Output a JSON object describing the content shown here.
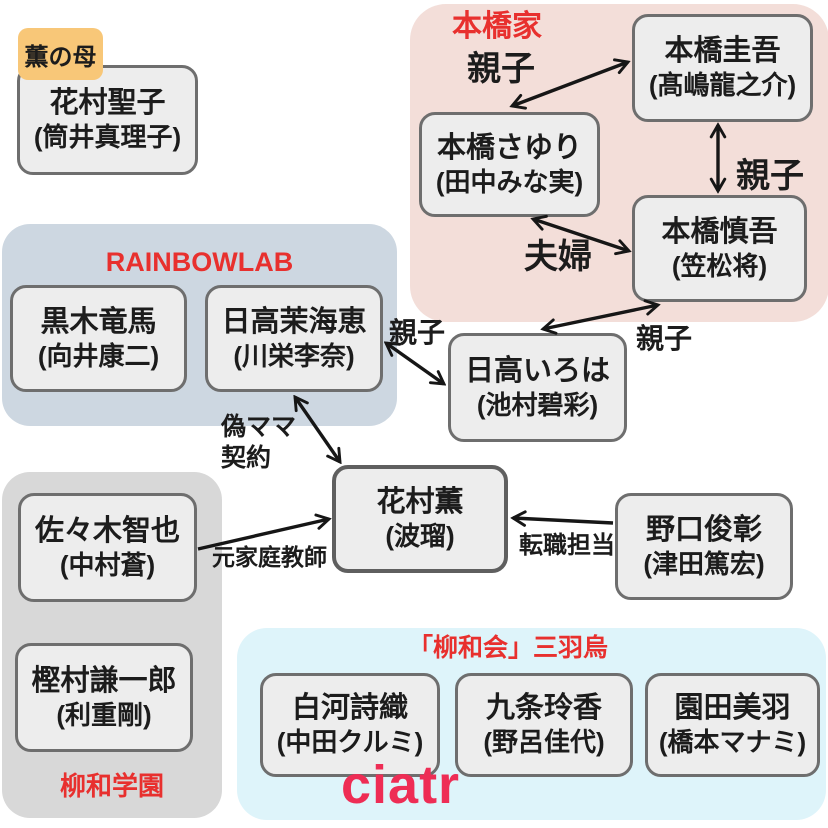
{
  "tag": {
    "kaoru_mother": "薫の母"
  },
  "groups": {
    "motohashi": "本橋家",
    "rainbowlab": "RAINBOWLAB",
    "ryuwa_gakuen": "柳和学園",
    "ryuwa_kai": "「柳和会」三羽烏"
  },
  "characters": {
    "seiko": {
      "name": "花村聖子",
      "actor": "(筒井真理子)"
    },
    "keigo": {
      "name": "本橋圭吾",
      "actor": "(髙嶋龍之介)"
    },
    "sayuri": {
      "name": "本橋さゆり",
      "actor": "(田中みな実)"
    },
    "shingo": {
      "name": "本橋慎吾",
      "actor": "(笠松将)"
    },
    "kuroki": {
      "name": "黒木竜馬",
      "actor": "(向井康二)"
    },
    "makie": {
      "name": "日高茉海恵",
      "actor": "(川栄李奈)"
    },
    "iroha": {
      "name": "日高いろは",
      "actor": "(池村碧彩)"
    },
    "kaoru": {
      "name": "花村薫",
      "actor": "(波瑠)"
    },
    "sasaki": {
      "name": "佐々木智也",
      "actor": "(中村蒼)"
    },
    "kashimura": {
      "name": "樫村謙一郎",
      "actor": "(利重剛)"
    },
    "noguchi": {
      "name": "野口俊彰",
      "actor": "(津田篤宏)"
    },
    "shirakawa": {
      "name": "白河詩織",
      "actor": "(中田クルミ)"
    },
    "kujo": {
      "name": "九条玲香",
      "actor": "(野呂佳代)"
    },
    "sonoda": {
      "name": "園田美羽",
      "actor": "(橋本マナミ)"
    }
  },
  "relations": {
    "sayuri_keigo": "親子",
    "keigo_shingo": "親子",
    "sayuri_shingo": "夫婦",
    "shingo_iroha": "親子",
    "makie_iroha": "親子",
    "makie_kaoru_line1": "偽ママ",
    "makie_kaoru_line2": "契約",
    "sasaki_kaoru": "元家庭教師",
    "noguchi_kaoru": "転職担当"
  },
  "watermark": "ciatr",
  "colors": {
    "family-pink": "#f3ded9",
    "lab-blue": "#cdd7e1",
    "school-gray": "#d8d8d8",
    "group-cyan": "#def4fa",
    "box-fill": "#ededed",
    "box-border": "#6e6e6e",
    "label-red": "#e8302e",
    "logo-pink": "#ee2d55",
    "tag-yellow": "#f8c778",
    "text-black": "#1c1c1c"
  }
}
